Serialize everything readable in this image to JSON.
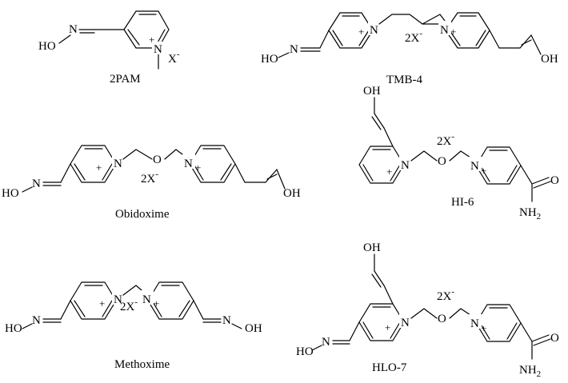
{
  "molecules": {
    "pam2": {
      "name": "2PAM",
      "counterion": "X",
      "charge": "-"
    },
    "tmb4": {
      "name": "TMB-4",
      "counterion": "2X",
      "charge": "-"
    },
    "obidoxime": {
      "name": "Obidoxime",
      "counterion": "2X",
      "charge": "-"
    },
    "hi6": {
      "name": "HI-6",
      "counterion": "2X",
      "charge": "-"
    },
    "methoxime": {
      "name": "Methoxime",
      "counterion": "2X",
      "charge": "-"
    },
    "hlo7": {
      "name": "HLO-7",
      "counterion": "2X",
      "charge": "-"
    }
  },
  "atoms": {
    "hon": "HO",
    "ho": "HO",
    "oh": "OH",
    "n": "N",
    "o": "O",
    "nh2": "NH",
    "nh2_sub": "2",
    "plus": "+"
  }
}
